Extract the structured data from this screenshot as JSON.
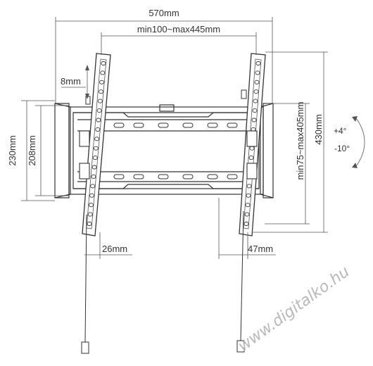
{
  "dimensions": {
    "overall_width": "570mm",
    "vesa_width": "min100~max445mm",
    "plate_height_outer": "230mm",
    "plate_height_inner": "208mm",
    "adjust_height": "8mm",
    "vesa_height": "min75~max405mm",
    "arm_length": "430mm",
    "tilt_up": "+4°",
    "tilt_down": "-10°",
    "wall_gap": "26mm",
    "depth": "47mm"
  },
  "watermark": "www.digitalko.hu",
  "colors": {
    "line": "#333333",
    "dim_line": "#555555",
    "watermark": "#b9b9b9"
  }
}
